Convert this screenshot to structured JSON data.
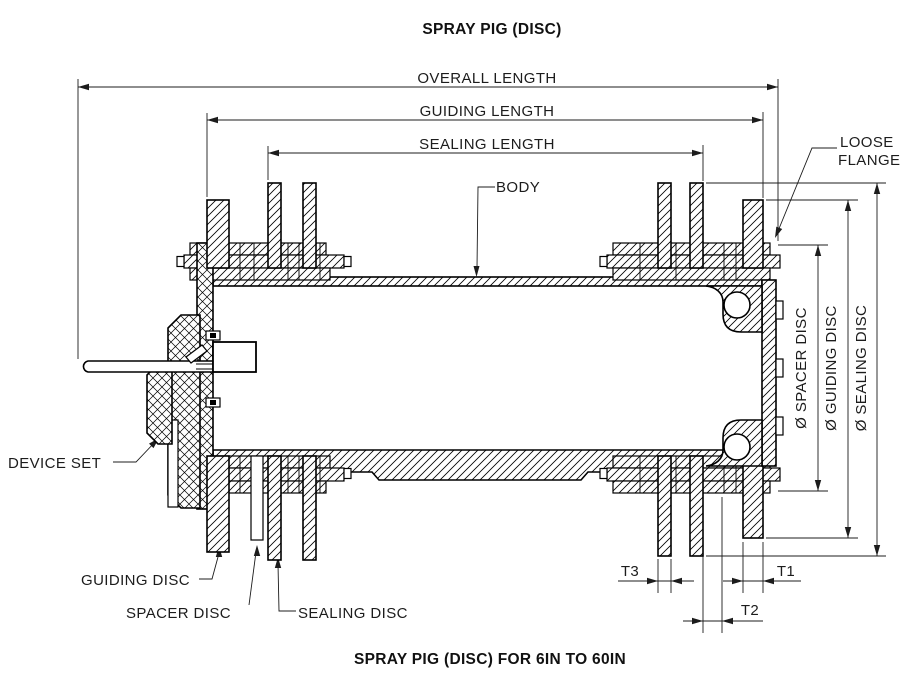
{
  "title": "SPRAY PIG (DISC)",
  "caption": "SPRAY PIG (DISC) FOR 6IN TO 60IN",
  "dimensions": {
    "overall_length": "OVERALL LENGTH",
    "guiding_length": "GUIDING LENGTH",
    "sealing_length": "SEALING LENGTH",
    "dia_spacer_disc": "Ø SPACER DISC",
    "dia_guiding_disc": "Ø GUIDING DISC",
    "dia_sealing_disc": "Ø SEALING DISC",
    "t1": "T1",
    "t2": "T2",
    "t3": "T3"
  },
  "labels": {
    "body": "BODY",
    "loose_flange_line1": "LOOSE",
    "loose_flange_line2": "FLANGE",
    "device_set": "DEVICE SET",
    "guiding_disc": "GUIDING DISC",
    "spacer_disc": "SPACER DISC",
    "sealing_disc": "SEALING DISC"
  },
  "colors": {
    "line": "#000000",
    "text": "#1c1c1c",
    "background": "#ffffff"
  }
}
